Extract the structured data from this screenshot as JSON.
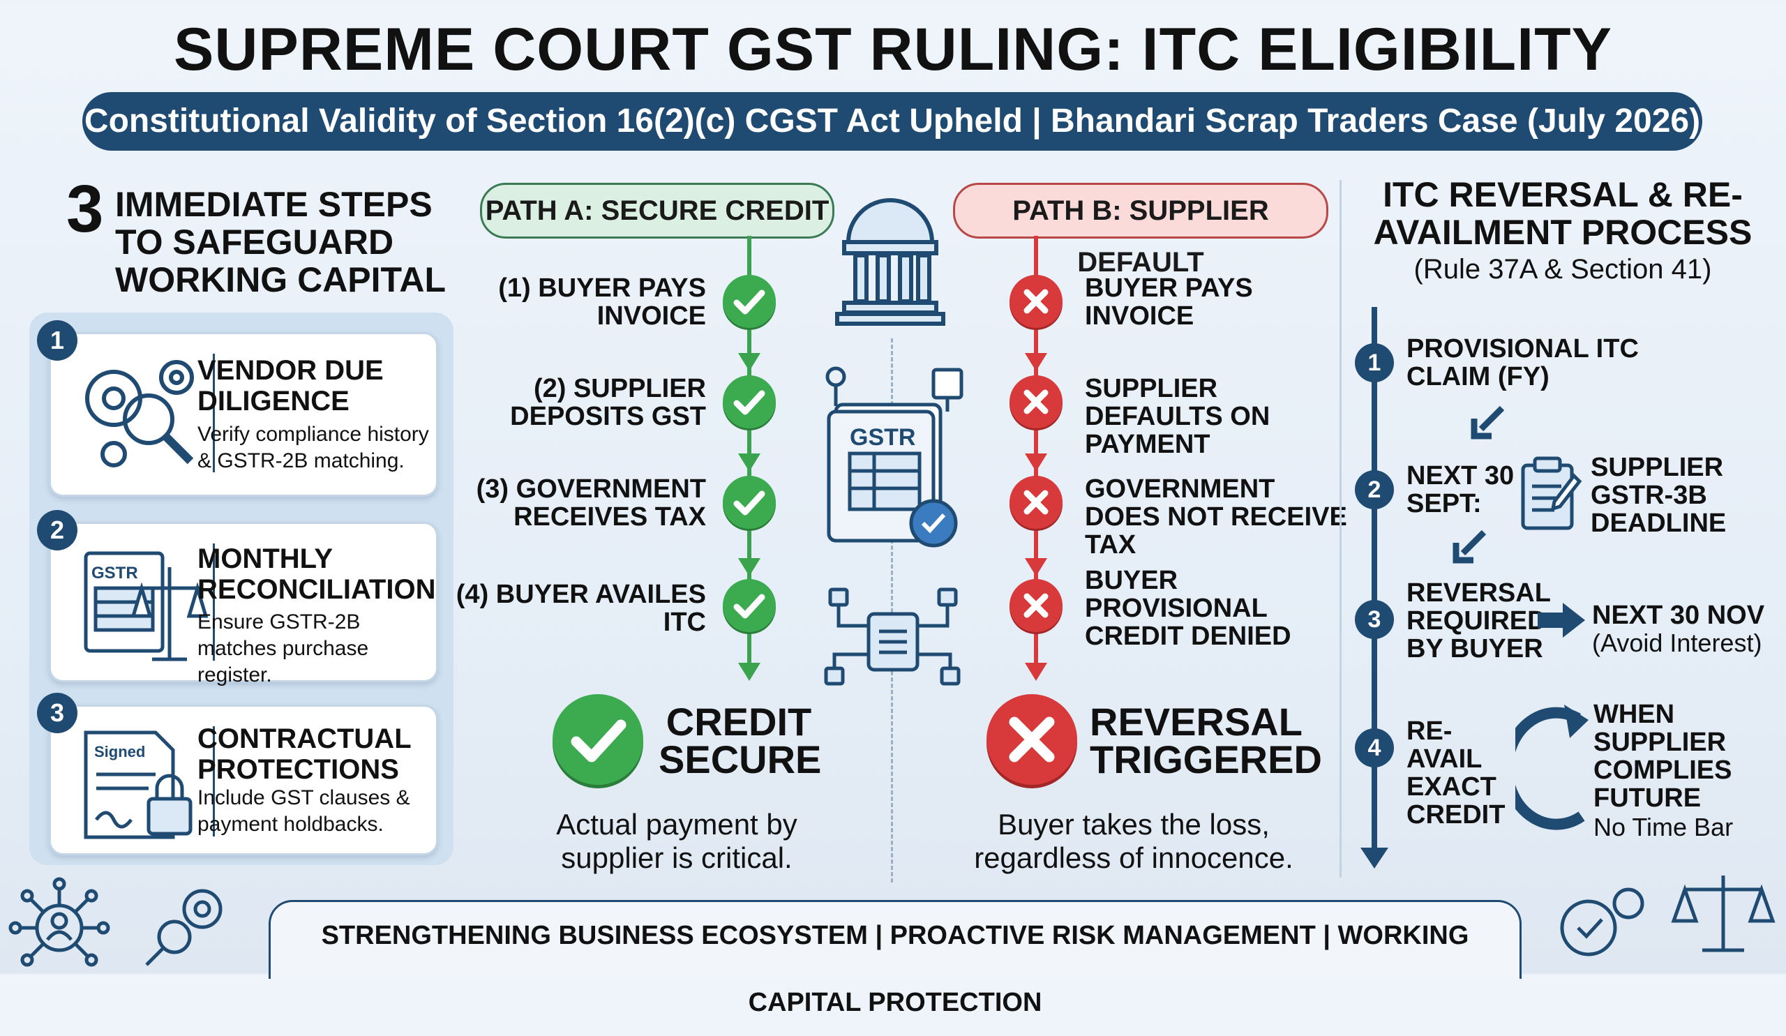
{
  "title": "SUPREME COURT GST RULING: ITC ELIGIBILITY PRINCIPLES",
  "subtitle": "Constitutional Validity of Section 16(2)(c) CGST Act Upheld | Bhandari Scrap Traders Case (July 2026)",
  "left": {
    "num": "3",
    "heading": "IMMEDIATE STEPS TO SAFEGUARD WORKING CAPITAL",
    "cards": [
      {
        "num": "1",
        "title": "VENDOR DUE DILIGENCE",
        "desc": "Verify compliance history & GSTR-2B matching.",
        "icon": "gears-magnifier-icon"
      },
      {
        "num": "2",
        "title": "MONTHLY RECONCILIATION",
        "desc": "Ensure GSTR-2B matches purchase register.",
        "icon": "gstr-scales-icon",
        "icon_label": "GSTR"
      },
      {
        "num": "3",
        "title": "CONTRACTUAL PROTECTIONS",
        "desc": "Include GST clauses & payment holdbacks.",
        "icon": "signed-contract-lock-icon",
        "icon_label": "Signed"
      }
    ]
  },
  "pathA": {
    "label": "PATH A: SECURE CREDIT",
    "steps": [
      "(1) BUYER PAYS INVOICE",
      "(2) SUPPLIER DEPOSITS GST",
      "(3) GOVERNMENT RECEIVES TAX",
      "(4) BUYER AVAILES ITC"
    ],
    "result": "CREDIT SECURE",
    "note": "Actual payment by supplier is critical."
  },
  "pathB": {
    "label": "PATH B: SUPPLIER DEFAULT",
    "steps": [
      "BUYER PAYS INVOICE",
      "SUPPLIER DEFAULTS ON PAYMENT",
      "GOVERNMENT DOES NOT RECEIVE TAX",
      "BUYER PROVISIONAL CREDIT DENIED"
    ],
    "result": "REVERSAL TRIGGERED",
    "note": "Buyer takes the loss, regardless of innocence."
  },
  "center": {
    "gstr_label": "GSTR",
    "icon_court": "courthouse-icon",
    "icon_doc": "gstr-document-icon",
    "icon_network": "network-hub-icon"
  },
  "right": {
    "heading": "ITC REVERSAL & RE-AVAILMENT PROCESS",
    "sub": "(Rule 37A & Section 41)",
    "steps": [
      {
        "num": "1",
        "text": "PROVISIONAL ITC CLAIM (FY)"
      },
      {
        "num": "2",
        "text": "NEXT 30 SEPT:",
        "side": "SUPPLIER GSTR-3B DEADLINE"
      },
      {
        "num": "3",
        "text": "REVERSAL REQUIRED BY BUYER",
        "side": "NEXT 30 NOV",
        "side_note": "(Avoid Interest)"
      },
      {
        "num": "4",
        "text": "RE-AVAIL EXACT CREDIT",
        "side": "WHEN SUPPLIER COMPLIES FUTURE",
        "side_note": "No Time Bar"
      }
    ]
  },
  "footer": "STRENGTHENING BUSINESS ECOSYSTEM | PROACTIVE RISK MANAGEMENT | WORKING CAPITAL PROTECTION",
  "colors": {
    "navy": "#1f4a72",
    "green": "#3cab50",
    "red": "#d8393a"
  }
}
